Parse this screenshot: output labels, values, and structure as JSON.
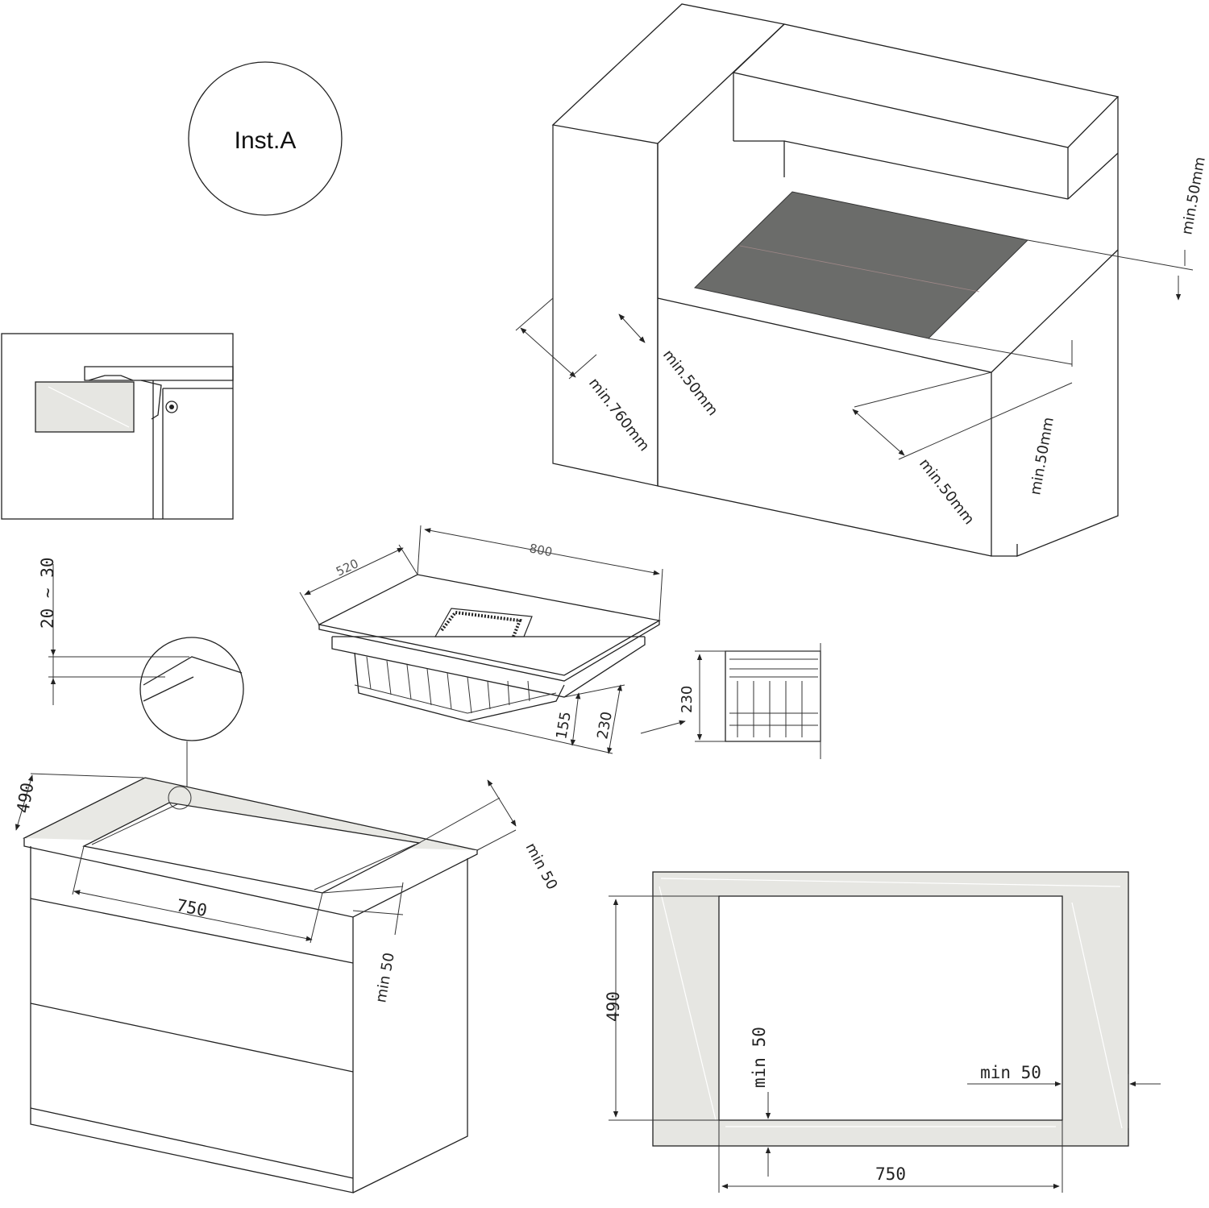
{
  "label": {
    "installation": "Inst.A"
  },
  "cabinet_top": {
    "min_height": "min.760mm",
    "min_front": "min.50mm",
    "min_right_side": "min.50mm",
    "min_right_front": "min.50mm",
    "min_back": "min.50mm"
  },
  "unit_dims": {
    "depth": "520",
    "width": "800",
    "h_inner": "155",
    "h_total": "230",
    "h_side": "230"
  },
  "edge_detail": {
    "recess": "20 ~ 30"
  },
  "worktop": {
    "depth": "490",
    "width": "750",
    "min_side": "min 50",
    "min_front": "min 50"
  },
  "cutout": {
    "height": "490",
    "width": "750",
    "min_bottom": "min 50",
    "min_right": "min 50"
  },
  "colors": {
    "line": "#222222",
    "surface": "#e8e8e4",
    "hob_glass": "#6b6c6a"
  }
}
